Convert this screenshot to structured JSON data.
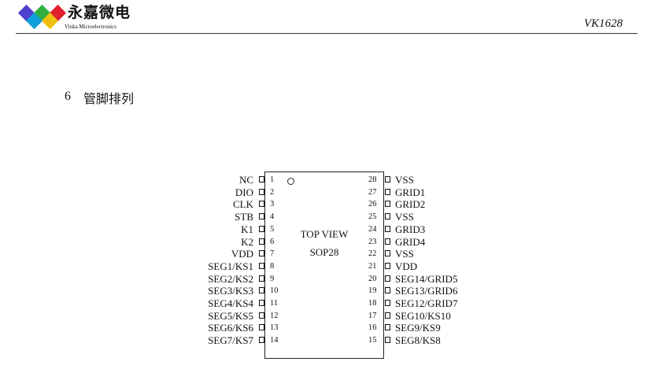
{
  "header": {
    "logo_cn": "永嘉微电",
    "logo_en": "Vinka Microelectronics",
    "part": "VK1628",
    "logo_colors": [
      "#5040d0",
      "#30b040",
      "#e02030",
      "#10a0d8",
      "#f0c010"
    ]
  },
  "section": {
    "number": "6",
    "title": "管脚排列"
  },
  "chip": {
    "label1": "TOP VIEW",
    "label2": "SOP28",
    "left_pins": [
      {
        "n": "1",
        "name": "NC"
      },
      {
        "n": "2",
        "name": "DIO"
      },
      {
        "n": "3",
        "name": "CLK"
      },
      {
        "n": "4",
        "name": "STB"
      },
      {
        "n": "5",
        "name": "K1"
      },
      {
        "n": "6",
        "name": "K2"
      },
      {
        "n": "7",
        "name": "VDD"
      },
      {
        "n": "8",
        "name": "SEG1/KS1"
      },
      {
        "n": "9",
        "name": "SEG2/KS2"
      },
      {
        "n": "10",
        "name": "SEG3/KS3"
      },
      {
        "n": "11",
        "name": "SEG4/KS4"
      },
      {
        "n": "12",
        "name": "SEG5/KS5"
      },
      {
        "n": "13",
        "name": "SEG6/KS6"
      },
      {
        "n": "14",
        "name": "SEG7/KS7"
      }
    ],
    "right_pins": [
      {
        "n": "28",
        "name": "VSS"
      },
      {
        "n": "27",
        "name": "GRID1"
      },
      {
        "n": "26",
        "name": "GRID2"
      },
      {
        "n": "25",
        "name": "VSS"
      },
      {
        "n": "24",
        "name": "GRID3"
      },
      {
        "n": "23",
        "name": "GRID4"
      },
      {
        "n": "22",
        "name": "VSS"
      },
      {
        "n": "21",
        "name": "VDD"
      },
      {
        "n": "20",
        "name": "SEG14/GRID5"
      },
      {
        "n": "19",
        "name": "SEG13/GRID6"
      },
      {
        "n": "18",
        "name": "SEG12/GRID7"
      },
      {
        "n": "17",
        "name": "SEG10/KS10"
      },
      {
        "n": "16",
        "name": "SEG9/KS9"
      },
      {
        "n": "15",
        "name": "SEG8/KS8"
      }
    ]
  }
}
